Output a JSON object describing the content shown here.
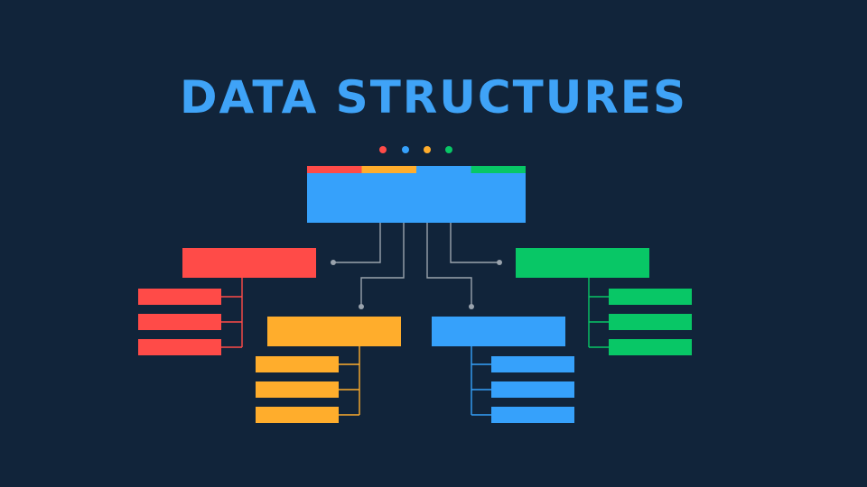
{
  "title": "DATA STRUCTURES",
  "colors": {
    "background": "#11243a",
    "title": "#3fa3f7",
    "red": "#ff4b48",
    "orange": "#ffad2c",
    "blue": "#36a1fb",
    "green": "#08c766",
    "connector": "#9aa3ad"
  },
  "dots": [
    "red",
    "blue",
    "orange",
    "green"
  ],
  "root": {
    "color": "blue",
    "top_strip": [
      "red",
      "orange",
      "blue",
      "green"
    ]
  },
  "groups": [
    {
      "id": "red",
      "color": "red",
      "children": 3,
      "side": "left"
    },
    {
      "id": "orange",
      "color": "orange",
      "children": 3,
      "side": "left"
    },
    {
      "id": "blue",
      "color": "blue",
      "children": 3,
      "side": "right"
    },
    {
      "id": "green",
      "color": "green",
      "children": 3,
      "side": "right"
    }
  ]
}
